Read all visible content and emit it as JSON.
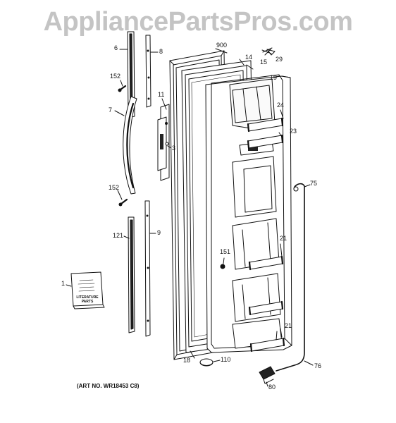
{
  "watermark": "AppliancePartsPros.com",
  "art_number": "(ART NO. WR18453 C8)",
  "literature_label_line1": "LITERATURE",
  "literature_label_line2": "PARTS",
  "callouts": {
    "c6": "6",
    "c8": "8",
    "c900": "900",
    "c14": "14",
    "c15": "15",
    "c19": "19",
    "c29": "29",
    "c152a": "152",
    "c11": "11",
    "c7": "7",
    "c24": "24",
    "c23": "23",
    "c3": "3",
    "c75": "75",
    "c152b": "152",
    "c121": "121",
    "c9": "9",
    "c151": "151",
    "c21a": "21",
    "c1": "1",
    "c21b": "21",
    "c18": "18",
    "c110": "110",
    "c76": "76",
    "c80": "80"
  }
}
